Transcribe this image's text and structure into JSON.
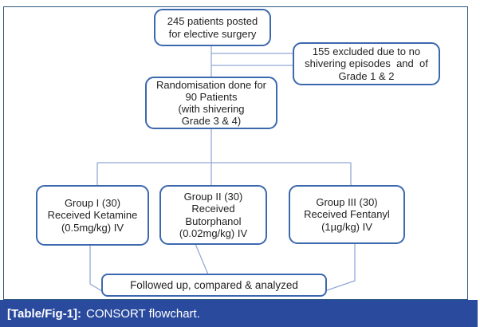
{
  "figure": {
    "type": "flowchart",
    "caption": {
      "label": "[Table/Fig-1]:",
      "text": "CONSORT flowchart."
    },
    "nodes": {
      "posted": {
        "label": "245 patients posted\nfor elective surgery"
      },
      "excluded": {
        "label": "155 excluded due to no\nshivering episodes  and  of\nGrade 1 & 2"
      },
      "randomised": {
        "label": "Randomisation done for\n90 Patients\n(with shivering\nGrade 3 & 4)"
      },
      "group1": {
        "label": "Group I (30)\nReceived Ketamine\n(0.5mg/kg) IV"
      },
      "group2": {
        "label": "Group II (30)\nReceived\nButorphanol\n(0.02mg/kg) IV"
      },
      "group3": {
        "label": "Group III (30)\nReceived Fentanyl\n(1µg/kg) IV"
      },
      "followup": {
        "label": "Followed up, compared & analyzed"
      }
    },
    "colors": {
      "node_border": "#3c68ae",
      "connector_line": "#93a9d6",
      "panel_border": "#2e5a7e",
      "caption_background": "#2a4a9e",
      "caption_text": "#ffffff",
      "node_text": "#1f1f1f"
    }
  }
}
